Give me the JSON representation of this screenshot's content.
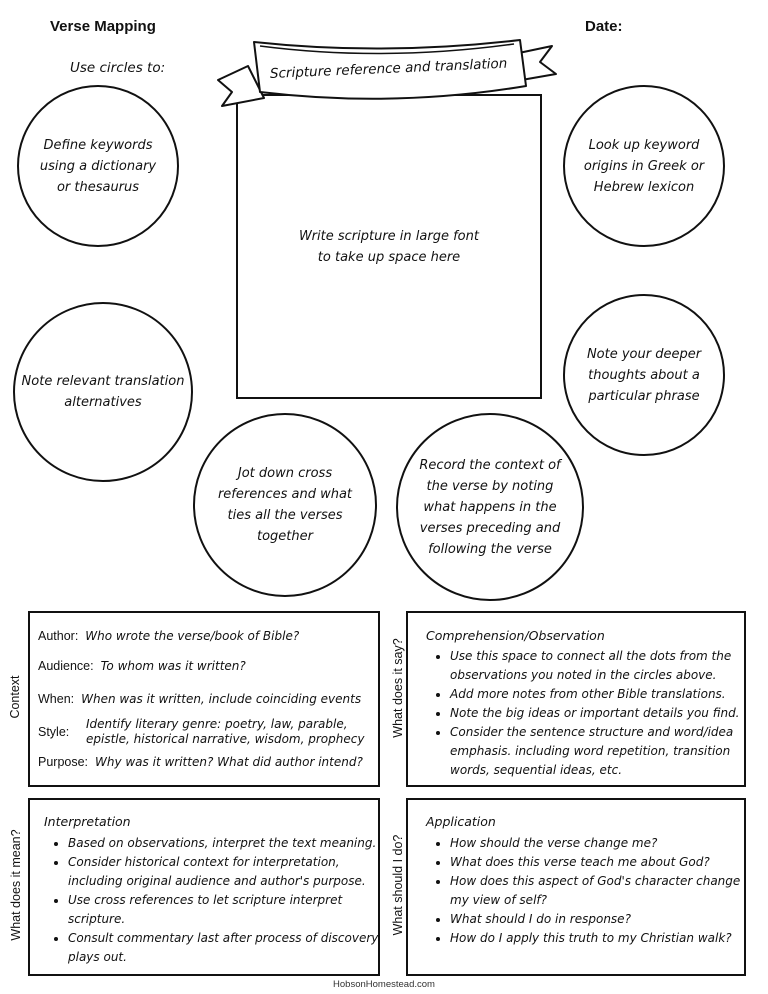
{
  "header": {
    "title": "Verse Mapping",
    "date_label": "Date:"
  },
  "use_circles_label": "Use circles to:",
  "banner_text": "Scripture reference and translation",
  "scripture_prompt": [
    "Write scripture in large font",
    "to take up space here"
  ],
  "circles": [
    {
      "lines": [
        "Define keywords",
        "using a dictionary",
        "or thesaurus"
      ]
    },
    {
      "lines": [
        "Look up keyword",
        "origins in Greek or",
        "Hebrew lexicon"
      ]
    },
    {
      "lines": [
        "Note relevant translation",
        "alternatives"
      ]
    },
    {
      "lines": [
        "Note your deeper",
        "thoughts about a",
        "particular phrase"
      ]
    },
    {
      "lines": [
        "Jot down cross",
        "references and what",
        "ties all the verses",
        "together"
      ]
    },
    {
      "lines": [
        "Record the context of",
        "the verse by noting",
        "what happens in the",
        "verses preceding and",
        "following the verse"
      ]
    }
  ],
  "context": {
    "side_label": "Context",
    "fields": [
      {
        "label": "Author:",
        "value": "Who wrote the verse/book of Bible?"
      },
      {
        "label": "Audience:",
        "value": "To whom was it written?"
      },
      {
        "label": "When:",
        "value": "When was it written, include coinciding events"
      },
      {
        "label": "Style:",
        "value": "Identify literary genre: poetry, law, parable,",
        "value2": "epistle, historical narrative, wisdom, prophecy"
      },
      {
        "label": "Purpose:",
        "value": "Why was it written? What did author intend?"
      }
    ]
  },
  "observation": {
    "side_label": "What does it say?",
    "title": "Comprehension/Observation",
    "items": [
      "Use this space to connect all the dots from the observations you noted in the circles above.",
      "Add more notes from other Bible translations.",
      "Note the big ideas or important details you find.",
      "Consider the sentence structure and word/idea emphasis. including word repetition, transition words, sequential ideas, etc."
    ]
  },
  "interpretation": {
    "side_label": "What does it mean?",
    "title": "Interpretation",
    "items": [
      "Based on observations, interpret the text meaning.",
      "Consider historical context for interpretation, including original audience and author's purpose.",
      "Use cross references to let scripture interpret scripture.",
      "Consult commentary last after process of discovery plays out."
    ]
  },
  "application": {
    "side_label": "What should I do?",
    "title": "Application",
    "items": [
      "How should the verse change me?",
      "What does this verse teach me about God?",
      "How does this aspect of God's character change my view of self?",
      "What should I do in response?",
      "How do I apply this truth to my Christian walk?"
    ]
  },
  "footer": "HobsonHomestead.com"
}
